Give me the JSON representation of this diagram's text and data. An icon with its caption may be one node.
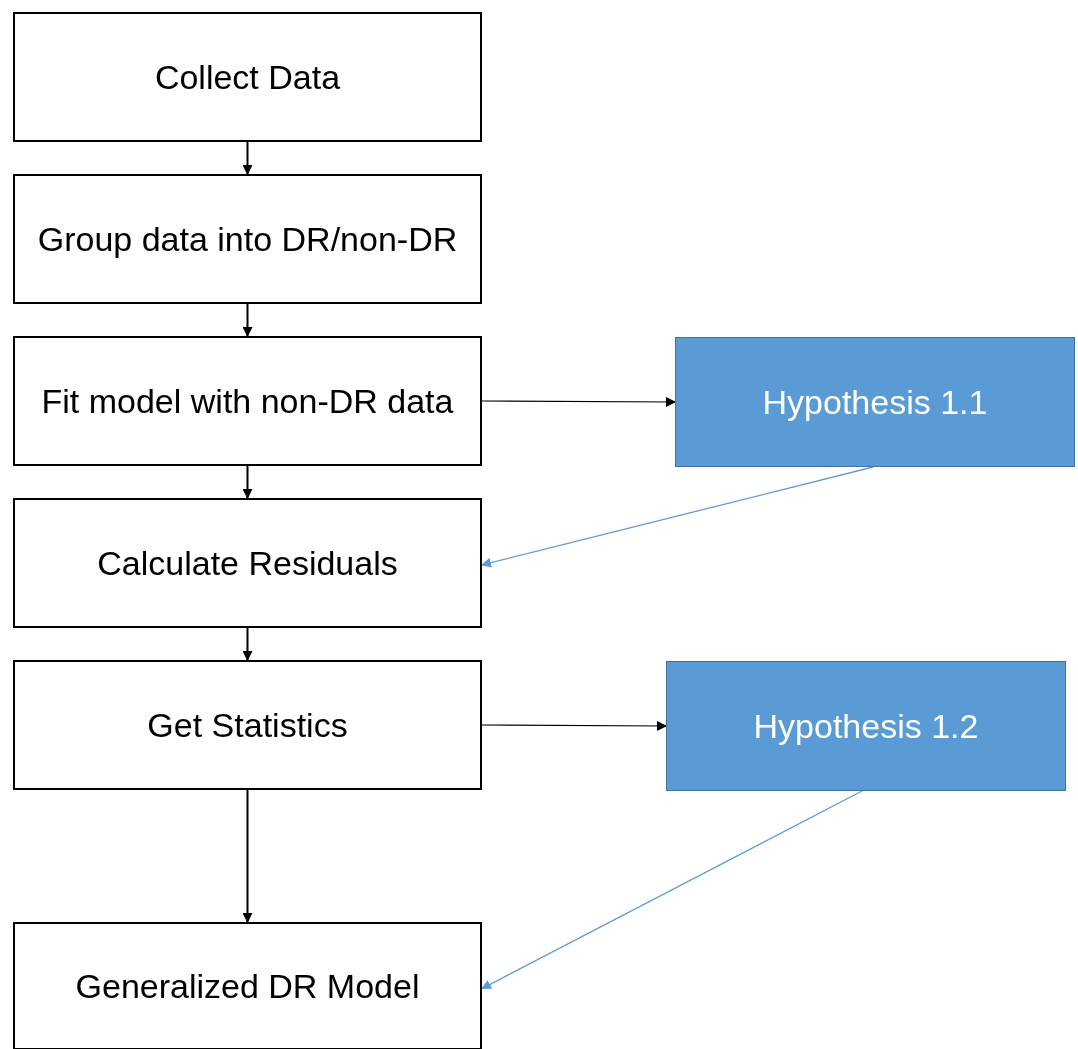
{
  "diagram": {
    "nodes": [
      {
        "text": [
          "Collect Data"
        ]
      },
      {
        "text": [
          "Group data into DR/non-DR"
        ]
      },
      {
        "text": [
          "Fit model with non-DR data"
        ]
      },
      {
        "text": [
          "Calculate Residuals"
        ]
      },
      {
        "text": [
          "Get Statistics"
        ]
      },
      {
        "text": [
          "Generalized DR Model"
        ]
      },
      {
        "text": [
          "Hypothesis 1.1"
        ]
      },
      {
        "text": [
          "Hypothesis 1.2"
        ]
      }
    ],
    "edges": [
      {
        "from": 0,
        "to": 1,
        "arrow": "to"
      },
      {
        "from": 1,
        "to": 2,
        "arrow": "to"
      },
      {
        "from": 2,
        "to": 3,
        "arrow": "to"
      },
      {
        "from": 3,
        "to": 4,
        "arrow": "to"
      },
      {
        "from": 4,
        "to": 5,
        "arrow": "to"
      },
      {
        "from": 2,
        "to": 6,
        "arrow": "to"
      },
      {
        "from": 6,
        "to": 3,
        "arrow": "to",
        "color": "#5b9bd5"
      },
      {
        "from": 4,
        "to": 7,
        "arrow": "to"
      },
      {
        "from": 7,
        "to": 5,
        "arrow": "to",
        "color": "#5b9bd5"
      }
    ]
  }
}
